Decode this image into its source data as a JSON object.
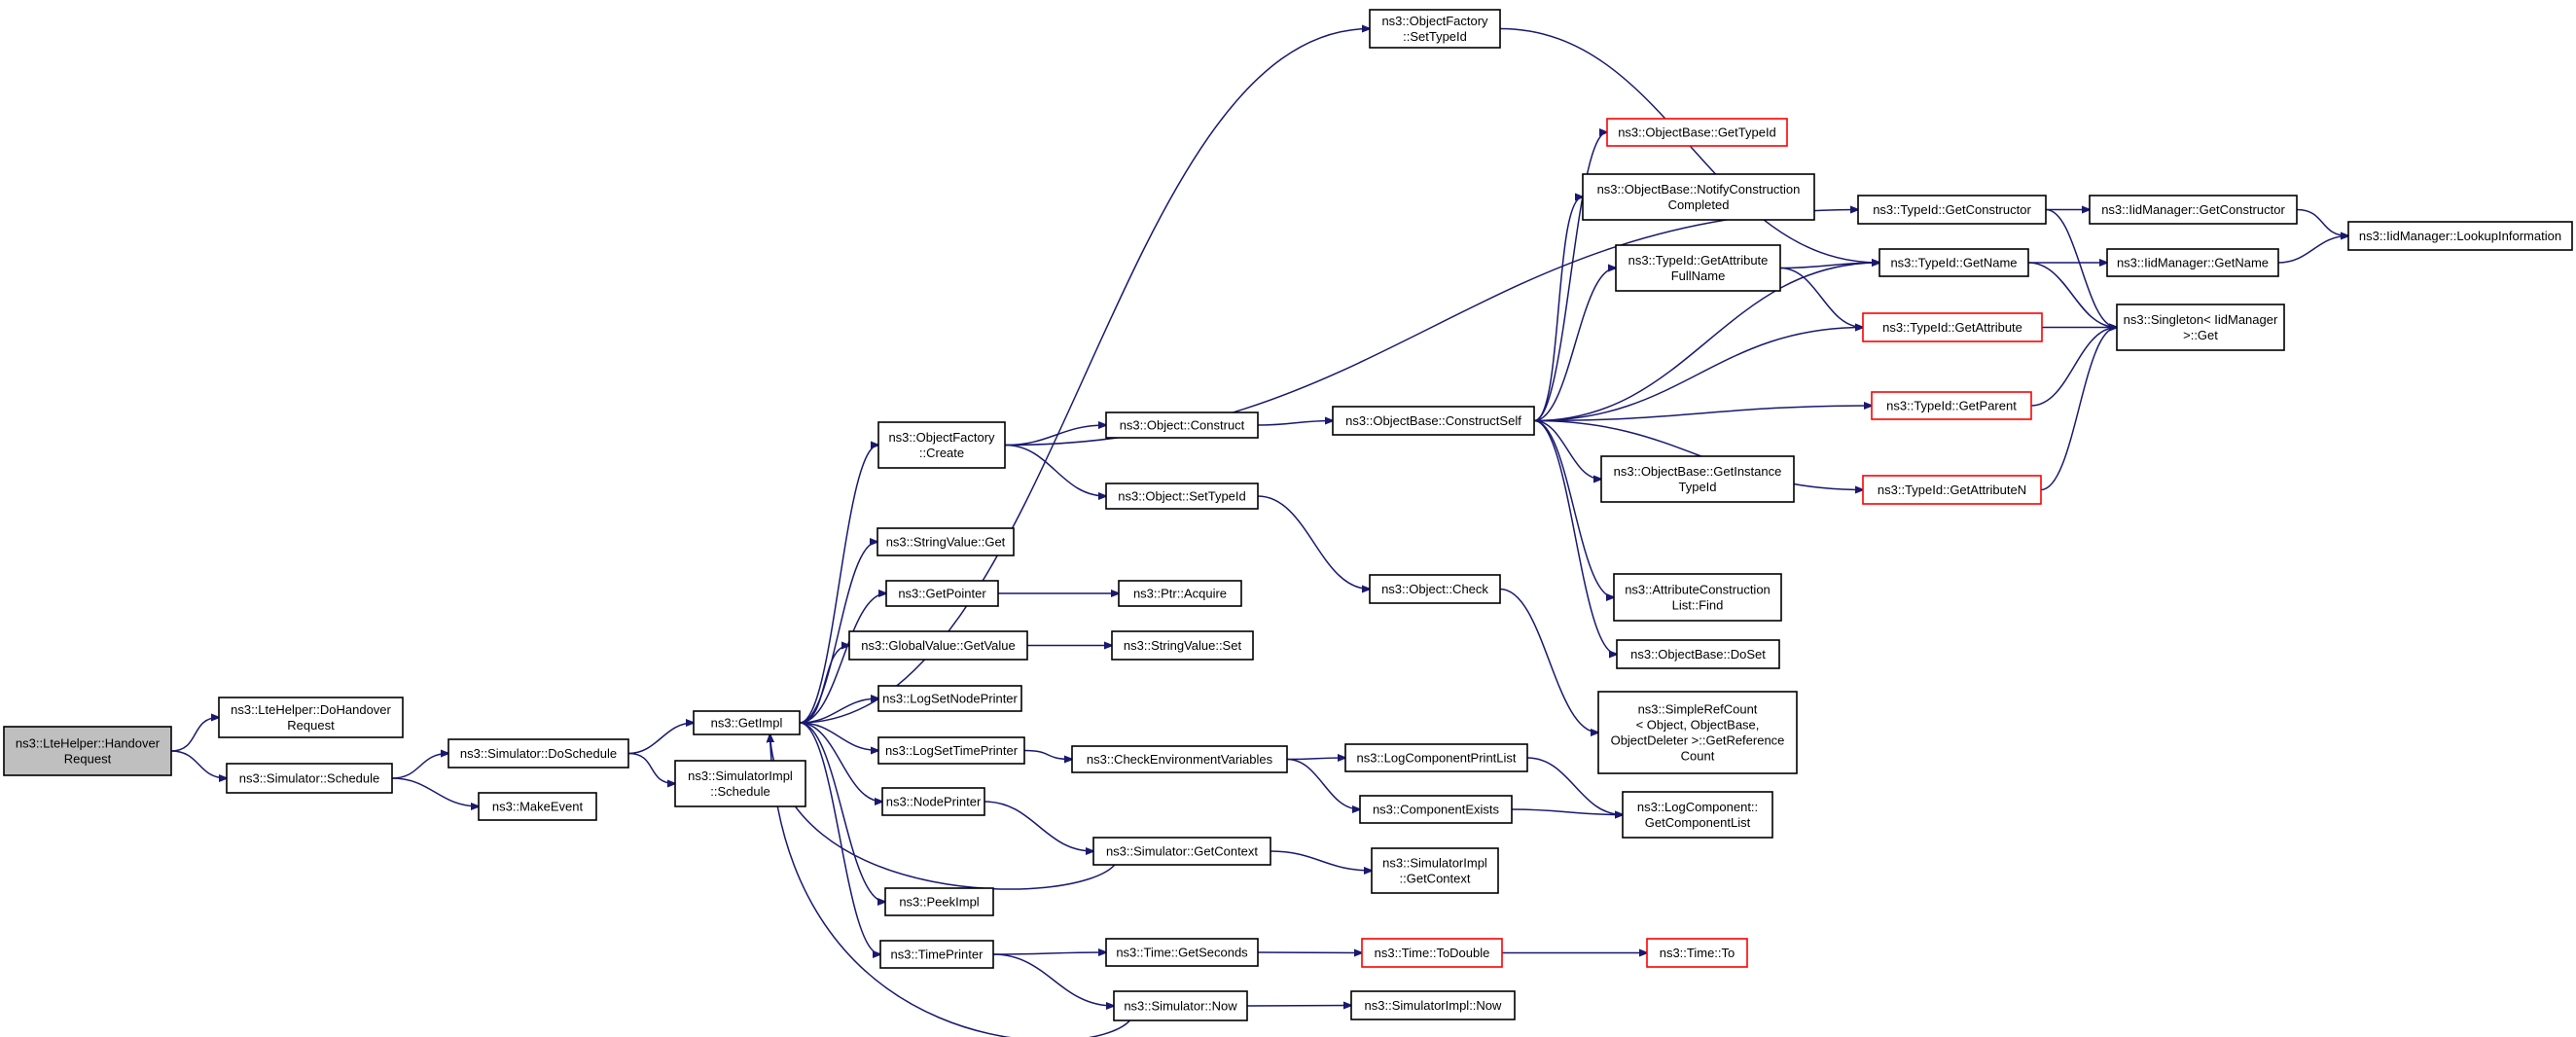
{
  "colors": {
    "edge": "#191970",
    "root_fill": "#bfbfbf",
    "red_border": "#ff0000",
    "node_border": "#000000"
  },
  "nodes": {
    "root": {
      "lines": [
        "ns3::LteHelper::Handover",
        "Request"
      ],
      "style": "root"
    },
    "doHandover": {
      "lines": [
        "ns3::LteHelper::DoHandover",
        "Request"
      ]
    },
    "schedule": {
      "lines": [
        "ns3::Simulator::Schedule"
      ]
    },
    "doSchedule": {
      "lines": [
        "ns3::Simulator::DoSchedule"
      ]
    },
    "makeEvent": {
      "lines": [
        "ns3::MakeEvent"
      ]
    },
    "getImpl": {
      "lines": [
        "ns3::GetImpl"
      ]
    },
    "simImplSchedule": {
      "lines": [
        "ns3::SimulatorImpl",
        "::Schedule"
      ]
    },
    "ofCreate": {
      "lines": [
        "ns3::ObjectFactory",
        "::Create"
      ]
    },
    "ofSetTypeId": {
      "lines": [
        "ns3::ObjectFactory",
        "::SetTypeId"
      ]
    },
    "stringValueGet": {
      "lines": [
        "ns3::StringValue::Get"
      ]
    },
    "getPointer": {
      "lines": [
        "ns3::GetPointer"
      ]
    },
    "globalValueGetValue": {
      "lines": [
        "ns3::GlobalValue::GetValue"
      ]
    },
    "logSetNodePrinter": {
      "lines": [
        "ns3::LogSetNodePrinter"
      ]
    },
    "logSetTimePrinter": {
      "lines": [
        "ns3::LogSetTimePrinter"
      ]
    },
    "nodePrinter": {
      "lines": [
        "ns3::NodePrinter"
      ]
    },
    "peekImpl": {
      "lines": [
        "ns3::PeekImpl"
      ]
    },
    "timePrinter": {
      "lines": [
        "ns3::TimePrinter"
      ]
    },
    "objectConstruct": {
      "lines": [
        "ns3::Object::Construct"
      ]
    },
    "objectSetTypeId": {
      "lines": [
        "ns3::Object::SetTypeId"
      ]
    },
    "ptrAcquire": {
      "lines": [
        "ns3::Ptr::Acquire"
      ]
    },
    "stringValueSet": {
      "lines": [
        "ns3::StringValue::Set"
      ]
    },
    "checkEnv": {
      "lines": [
        "ns3::CheckEnvironmentVariables"
      ]
    },
    "simGetContext": {
      "lines": [
        "ns3::Simulator::GetContext"
      ]
    },
    "timeGetSeconds": {
      "lines": [
        "ns3::Time::GetSeconds"
      ]
    },
    "simNow": {
      "lines": [
        "ns3::Simulator::Now"
      ]
    },
    "objBaseConstructSelf": {
      "lines": [
        "ns3::ObjectBase::ConstructSelf"
      ]
    },
    "objectCheck": {
      "lines": [
        "ns3::Object::Check"
      ]
    },
    "logComponentPrintList": {
      "lines": [
        "ns3::LogComponentPrintList"
      ]
    },
    "componentExists": {
      "lines": [
        "ns3::ComponentExists"
      ]
    },
    "simImplGetContext": {
      "lines": [
        "ns3::SimulatorImpl",
        "::GetContext"
      ]
    },
    "timeToDouble": {
      "lines": [
        "ns3::Time::ToDouble"
      ],
      "style": "red"
    },
    "simImplNow": {
      "lines": [
        "ns3::SimulatorImpl::Now"
      ]
    },
    "objBaseGetTypeId": {
      "lines": [
        "ns3::ObjectBase::GetTypeId"
      ],
      "style": "red"
    },
    "objBaseNotify": {
      "lines": [
        "ns3::ObjectBase::NotifyConstruction",
        "Completed"
      ]
    },
    "typeIdGetAttrFullName": {
      "lines": [
        "ns3::TypeId::GetAttribute",
        "FullName"
      ]
    },
    "objBaseGetInstanceTypeId": {
      "lines": [
        "ns3::ObjectBase::GetInstance",
        "TypeId"
      ]
    },
    "attrConstructionListFind": {
      "lines": [
        "ns3::AttributeConstruction",
        "List::Find"
      ]
    },
    "objBaseDoSet": {
      "lines": [
        "ns3::ObjectBase::DoSet"
      ]
    },
    "simpleRefCount": {
      "lines": [
        "ns3::SimpleRefCount",
        "< Object, ObjectBase,",
        "ObjectDeleter >::GetReference",
        "Count"
      ]
    },
    "logComponentGetList": {
      "lines": [
        "ns3::LogComponent::",
        "GetComponentList"
      ]
    },
    "timeTo": {
      "lines": [
        "ns3::Time::To"
      ],
      "style": "red"
    },
    "typeIdGetConstructor": {
      "lines": [
        "ns3::TypeId::GetConstructor"
      ]
    },
    "typeIdGetName": {
      "lines": [
        "ns3::TypeId::GetName"
      ]
    },
    "typeIdGetAttribute": {
      "lines": [
        "ns3::TypeId::GetAttribute"
      ],
      "style": "red"
    },
    "typeIdGetParent": {
      "lines": [
        "ns3::TypeId::GetParent"
      ],
      "style": "red"
    },
    "typeIdGetAttributeN": {
      "lines": [
        "ns3::TypeId::GetAttributeN"
      ],
      "style": "red"
    },
    "iidGetConstructor": {
      "lines": [
        "ns3::IidManager::GetConstructor"
      ]
    },
    "iidGetName": {
      "lines": [
        "ns3::IidManager::GetName"
      ]
    },
    "singletonGet": {
      "lines": [
        "ns3::Singleton< IidManager",
        ">::Get"
      ]
    },
    "iidLookupInformation": {
      "lines": [
        "ns3::IidManager::LookupInformation"
      ]
    }
  },
  "edges": [
    [
      "root",
      "doHandover"
    ],
    [
      "root",
      "schedule"
    ],
    [
      "schedule",
      "doSchedule"
    ],
    [
      "schedule",
      "makeEvent"
    ],
    [
      "doSchedule",
      "getImpl"
    ],
    [
      "doSchedule",
      "simImplSchedule"
    ],
    [
      "getImpl",
      "ofCreate"
    ],
    [
      "getImpl",
      "ofSetTypeId"
    ],
    [
      "getImpl",
      "stringValueGet"
    ],
    [
      "getImpl",
      "getPointer"
    ],
    [
      "getImpl",
      "globalValueGetValue"
    ],
    [
      "getImpl",
      "logSetNodePrinter"
    ],
    [
      "getImpl",
      "logSetTimePrinter"
    ],
    [
      "getImpl",
      "nodePrinter"
    ],
    [
      "getImpl",
      "peekImpl"
    ],
    [
      "getImpl",
      "timePrinter"
    ],
    [
      "ofCreate",
      "objectConstruct"
    ],
    [
      "ofCreate",
      "objectSetTypeId"
    ],
    [
      "ofCreate",
      "typeIdGetConstructor"
    ],
    [
      "ofSetTypeId",
      "typeIdGetName"
    ],
    [
      "getPointer",
      "ptrAcquire"
    ],
    [
      "globalValueGetValue",
      "stringValueSet"
    ],
    [
      "logSetTimePrinter",
      "checkEnv"
    ],
    [
      "nodePrinter",
      "simGetContext"
    ],
    [
      "timePrinter",
      "timeGetSeconds"
    ],
    [
      "timePrinter",
      "simNow"
    ],
    [
      "simGetContext",
      "getImpl"
    ],
    [
      "simNow",
      "getImpl"
    ],
    [
      "objectConstruct",
      "objBaseConstructSelf"
    ],
    [
      "objectSetTypeId",
      "objectCheck"
    ],
    [
      "checkEnv",
      "logComponentPrintList"
    ],
    [
      "checkEnv",
      "componentExists"
    ],
    [
      "simGetContext",
      "simImplGetContext"
    ],
    [
      "timeGetSeconds",
      "timeToDouble"
    ],
    [
      "simNow",
      "simImplNow"
    ],
    [
      "timeToDouble",
      "timeTo"
    ],
    [
      "objectCheck",
      "simpleRefCount"
    ],
    [
      "logComponentPrintList",
      "logComponentGetList"
    ],
    [
      "componentExists",
      "logComponentGetList"
    ],
    [
      "objBaseConstructSelf",
      "objBaseGetTypeId"
    ],
    [
      "objBaseConstructSelf",
      "objBaseNotify"
    ],
    [
      "objBaseConstructSelf",
      "typeIdGetName"
    ],
    [
      "objBaseConstructSelf",
      "typeIdGetAttrFullName"
    ],
    [
      "objBaseConstructSelf",
      "typeIdGetAttribute"
    ],
    [
      "objBaseConstructSelf",
      "typeIdGetParent"
    ],
    [
      "objBaseConstructSelf",
      "objBaseGetInstanceTypeId"
    ],
    [
      "objBaseConstructSelf",
      "typeIdGetAttributeN"
    ],
    [
      "objBaseConstructSelf",
      "attrConstructionListFind"
    ],
    [
      "objBaseConstructSelf",
      "objBaseDoSet"
    ],
    [
      "typeIdGetAttrFullName",
      "typeIdGetName"
    ],
    [
      "typeIdGetAttrFullName",
      "typeIdGetAttribute"
    ],
    [
      "typeIdGetConstructor",
      "iidGetConstructor"
    ],
    [
      "typeIdGetConstructor",
      "singletonGet"
    ],
    [
      "typeIdGetName",
      "iidGetName"
    ],
    [
      "typeIdGetName",
      "singletonGet"
    ],
    [
      "typeIdGetAttribute",
      "singletonGet"
    ],
    [
      "typeIdGetParent",
      "singletonGet"
    ],
    [
      "typeIdGetAttributeN",
      "singletonGet"
    ],
    [
      "iidGetConstructor",
      "iidLookupInformation"
    ],
    [
      "iidGetName",
      "iidLookupInformation"
    ]
  ]
}
